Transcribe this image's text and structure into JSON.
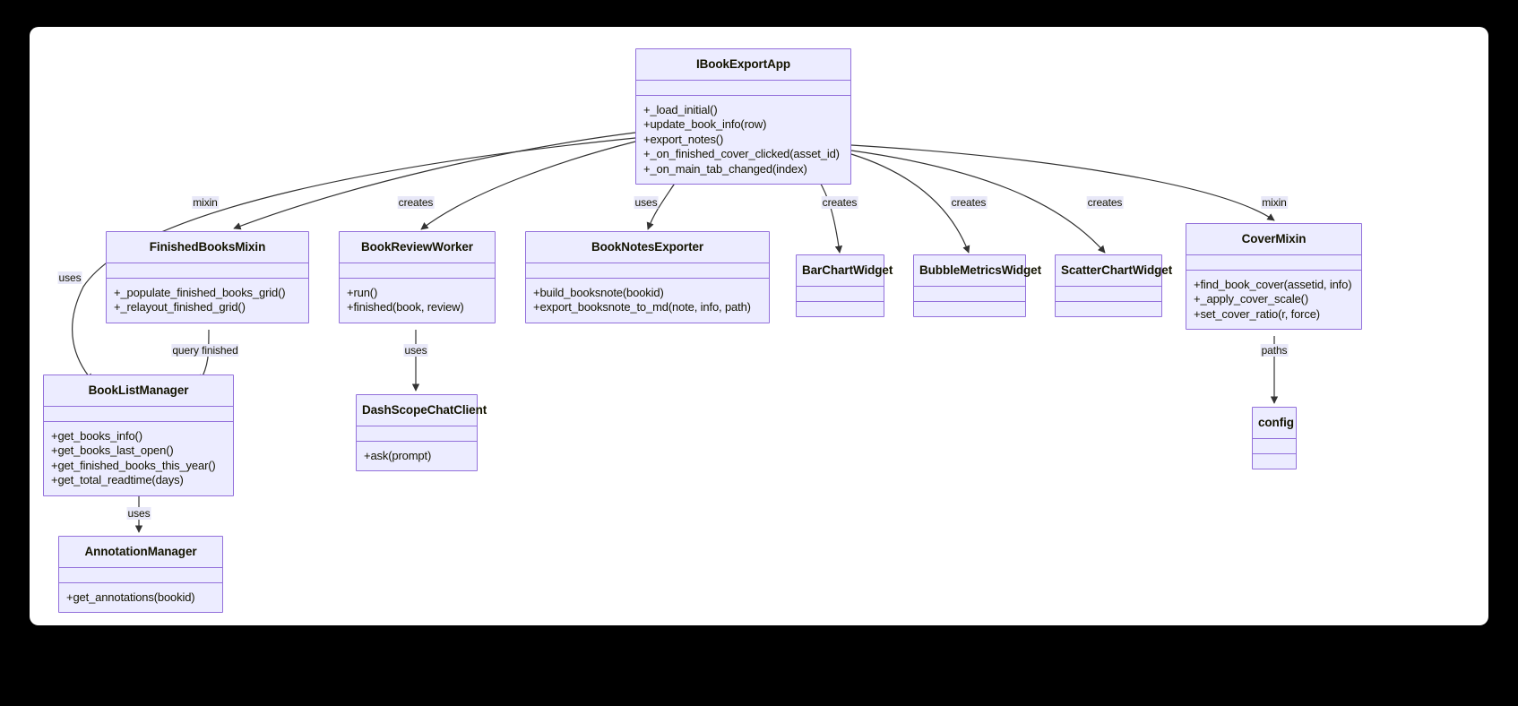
{
  "diagram": {
    "type": "uml-class-diagram",
    "background": "#000000",
    "canvas_color": "#ffffff",
    "node_fill": "#ececff",
    "node_border": "#9370db",
    "edge_color": "#333333",
    "classes": [
      {
        "id": "IBookExportApp",
        "name": "IBookExportApp",
        "attributes": [],
        "methods": [
          "+_load_initial()",
          "+update_book_info(row)",
          "+export_notes()",
          "+_on_finished_cover_clicked(asset_id)",
          "+_on_main_tab_changed(index)"
        ]
      },
      {
        "id": "FinishedBooksMixin",
        "name": "FinishedBooksMixin",
        "attributes": [],
        "methods": [
          "+_populate_finished_books_grid()",
          "+_relayout_finished_grid()"
        ]
      },
      {
        "id": "BookReviewWorker",
        "name": "BookReviewWorker",
        "attributes": [],
        "methods": [
          "+run()",
          "+finished(book, review)"
        ]
      },
      {
        "id": "BookNotesExporter",
        "name": "BookNotesExporter",
        "attributes": [],
        "methods": [
          "+build_booksnote(bookid)",
          "+export_booksnote_to_md(note, info, path)"
        ]
      },
      {
        "id": "BarChartWidget",
        "name": "BarChartWidget",
        "attributes": [],
        "methods": []
      },
      {
        "id": "BubbleMetricsWidget",
        "name": "BubbleMetricsWidget",
        "attributes": [],
        "methods": []
      },
      {
        "id": "ScatterChartWidget",
        "name": "ScatterChartWidget",
        "attributes": [],
        "methods": []
      },
      {
        "id": "CoverMixin",
        "name": "CoverMixin",
        "attributes": [],
        "methods": [
          "+find_book_cover(assetid, info)",
          "+_apply_cover_scale()",
          "+set_cover_ratio(r, force)"
        ]
      },
      {
        "id": "BookListManager",
        "name": "BookListManager",
        "attributes": [],
        "methods": [
          "+get_books_info()",
          "+get_books_last_open()",
          "+get_finished_books_this_year()",
          "+get_total_readtime(days)"
        ]
      },
      {
        "id": "DashScopeChatClient",
        "name": "DashScopeChatClient",
        "attributes": [],
        "methods": [
          "+ask(prompt)"
        ]
      },
      {
        "id": "config",
        "name": "config",
        "attributes": [],
        "methods": []
      },
      {
        "id": "AnnotationManager",
        "name": "AnnotationManager",
        "attributes": [],
        "methods": [
          "+get_annotations(bookid)"
        ]
      }
    ],
    "edges": [
      {
        "id": "e1",
        "from": "IBookExportApp",
        "to": "FinishedBooksMixin",
        "label": "mixin"
      },
      {
        "id": "e2",
        "from": "IBookExportApp",
        "to": "BookListManager",
        "label": "uses"
      },
      {
        "id": "e3",
        "from": "IBookExportApp",
        "to": "BookReviewWorker",
        "label": "creates"
      },
      {
        "id": "e4",
        "from": "IBookExportApp",
        "to": "BookNotesExporter",
        "label": "uses"
      },
      {
        "id": "e5",
        "from": "IBookExportApp",
        "to": "BarChartWidget",
        "label": "creates"
      },
      {
        "id": "e6",
        "from": "IBookExportApp",
        "to": "BubbleMetricsWidget",
        "label": "creates"
      },
      {
        "id": "e7",
        "from": "IBookExportApp",
        "to": "ScatterChartWidget",
        "label": "creates"
      },
      {
        "id": "e8",
        "from": "IBookExportApp",
        "to": "CoverMixin",
        "label": "mixin"
      },
      {
        "id": "e9",
        "from": "FinishedBooksMixin",
        "to": "BookListManager",
        "label": "query finished"
      },
      {
        "id": "e10",
        "from": "BookReviewWorker",
        "to": "DashScopeChatClient",
        "label": "uses"
      },
      {
        "id": "e11",
        "from": "CoverMixin",
        "to": "config",
        "label": "paths"
      },
      {
        "id": "e12",
        "from": "BookListManager",
        "to": "AnnotationManager",
        "label": "uses"
      }
    ]
  }
}
